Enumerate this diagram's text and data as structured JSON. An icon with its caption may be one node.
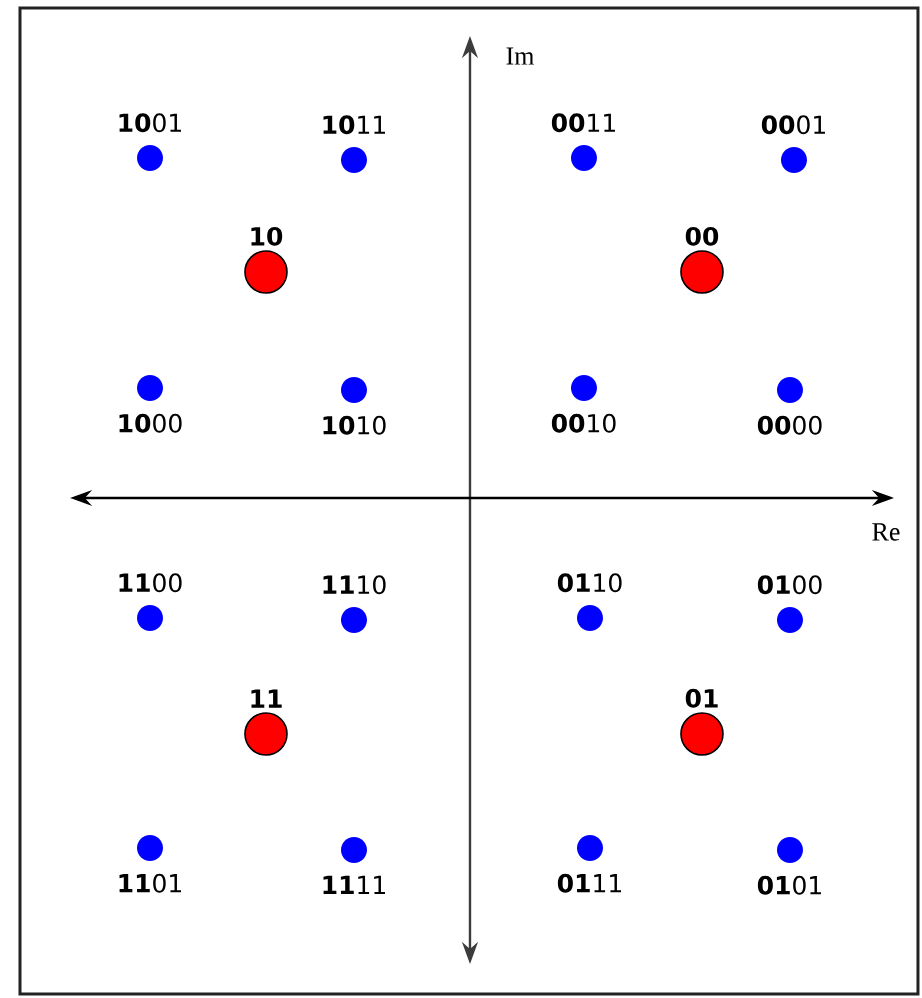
{
  "diagram": {
    "nodes": [
      {
        "text": [
          "**10**01"
        ]
      },
      {
        "text": [
          "**10**11"
        ]
      },
      {
        "text": [
          "**00**11"
        ]
      },
      {
        "text": [
          "**00**01"
        ]
      },
      {
        "text": [
          "**10**"
        ]
      },
      {
        "text": [
          "**00**"
        ]
      },
      {
        "text": [
          "**10**00"
        ]
      },
      {
        "text": [
          "**10**10"
        ]
      },
      {
        "text": [
          "**00**10"
        ]
      },
      {
        "text": [
          "**00**00"
        ]
      },
      {
        "text": [
          "**11**00"
        ]
      },
      {
        "text": [
          "**11**10"
        ]
      },
      {
        "text": [
          "**01**10"
        ]
      },
      {
        "text": [
          "**01**00"
        ]
      },
      {
        "text": [
          "**11**"
        ]
      },
      {
        "text": [
          "**01**"
        ]
      },
      {
        "text": [
          "**11**01"
        ]
      },
      {
        "text": [
          "**11**11"
        ]
      },
      {
        "text": [
          "**01**11"
        ]
      },
      {
        "text": [
          "**01**01"
        ]
      }
    ],
    "labels": [
      "Im",
      "Re"
    ]
  }
}
